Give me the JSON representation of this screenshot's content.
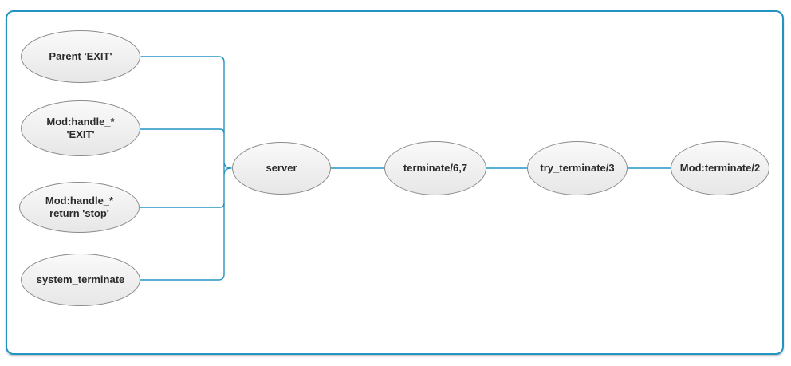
{
  "diagram": {
    "nodes": [
      {
        "id": "parent-exit",
        "lines": [
          "Parent 'EXIT'"
        ]
      },
      {
        "id": "mod-handle-exit",
        "lines": [
          "Mod:handle_*",
          "'EXIT'"
        ]
      },
      {
        "id": "mod-handle-return-stop",
        "lines": [
          "Mod:handle_*",
          "return 'stop'"
        ]
      },
      {
        "id": "system-terminate",
        "lines": [
          "system_terminate"
        ]
      },
      {
        "id": "server",
        "lines": [
          "server"
        ]
      },
      {
        "id": "terminate-6-7",
        "lines": [
          "terminate/6,7"
        ]
      },
      {
        "id": "try-terminate-3",
        "lines": [
          "try_terminate/3"
        ]
      },
      {
        "id": "mod-terminate-2",
        "lines": [
          "Mod:terminate/2"
        ]
      }
    ],
    "edges": [
      {
        "from": "parent-exit",
        "to": "server"
      },
      {
        "from": "mod-handle-exit",
        "to": "server"
      },
      {
        "from": "mod-handle-return-stop",
        "to": "server"
      },
      {
        "from": "system-terminate",
        "to": "server"
      },
      {
        "from": "server",
        "to": "terminate-6-7"
      },
      {
        "from": "terminate-6-7",
        "to": "try-terminate-3"
      },
      {
        "from": "try-terminate-3",
        "to": "mod-terminate-2"
      }
    ],
    "colors": {
      "edge": "#2394c2",
      "frame_border": "#2394c2",
      "node_border": "#8b8b8b",
      "node_fill_top": "#fafafa",
      "node_fill_bottom": "#e7e7e7",
      "text": "#2b2b2b"
    }
  }
}
